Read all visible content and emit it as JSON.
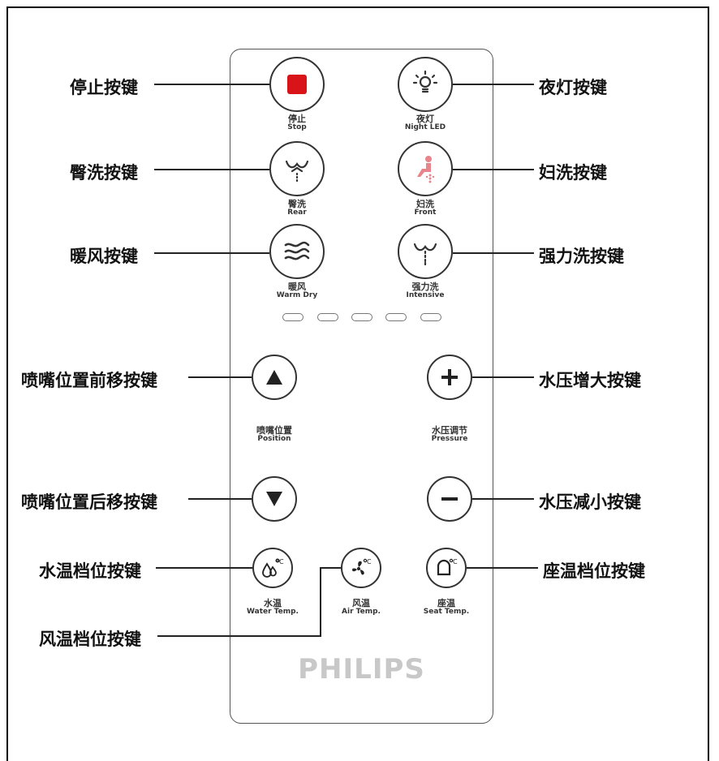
{
  "remote": {
    "brand": "PHILIPS",
    "buttons": {
      "stop": {
        "zh": "停止",
        "en": "Stop"
      },
      "night_led": {
        "zh": "夜灯",
        "en": "Night LED"
      },
      "rear": {
        "zh": "臀洗",
        "en": "Rear"
      },
      "front": {
        "zh": "妇洗",
        "en": "Front"
      },
      "warm_dry": {
        "zh": "暖风",
        "en": "Warm Dry"
      },
      "intensive": {
        "zh": "强力洗",
        "en": "Intensive"
      },
      "position": {
        "zh": "喷嘴位置",
        "en": "Position"
      },
      "pressure": {
        "zh": "水压调节",
        "en": "Pressure"
      },
      "water_temp": {
        "zh": "水温",
        "en": "Water Temp."
      },
      "air_temp": {
        "zh": "风温",
        "en": "Air Temp."
      },
      "seat_temp": {
        "zh": "座温",
        "en": "Seat Temp."
      }
    }
  },
  "callouts": {
    "stop": "停止按键",
    "night_light": "夜灯按键",
    "rear_wash": "臀洗按键",
    "front_wash": "妇洗按键",
    "warm_air": "暖风按键",
    "intensive": "强力洗按键",
    "nozzle_forward": "喷嘴位置前移按键",
    "pressure_up": "水压增大按键",
    "nozzle_back": "喷嘴位置后移按键",
    "pressure_down": "水压减小按键",
    "water_temp": "水温档位按键",
    "seat_temp": "座温档位按键",
    "air_temp": "风温档位按键"
  },
  "colors": {
    "stop_red": "#d81418",
    "front_pink": "#e8848c",
    "brand_gray": "#c8c8c8"
  },
  "icons": [
    "stop-square-icon",
    "bulb-icon",
    "rear-wash-icon",
    "front-wash-icon",
    "wave-icon",
    "intensive-wash-icon",
    "up-triangle-icon",
    "plus-icon",
    "down-triangle-icon",
    "minus-icon",
    "water-drop-temp-icon",
    "fan-temp-icon",
    "seat-temp-icon"
  ]
}
